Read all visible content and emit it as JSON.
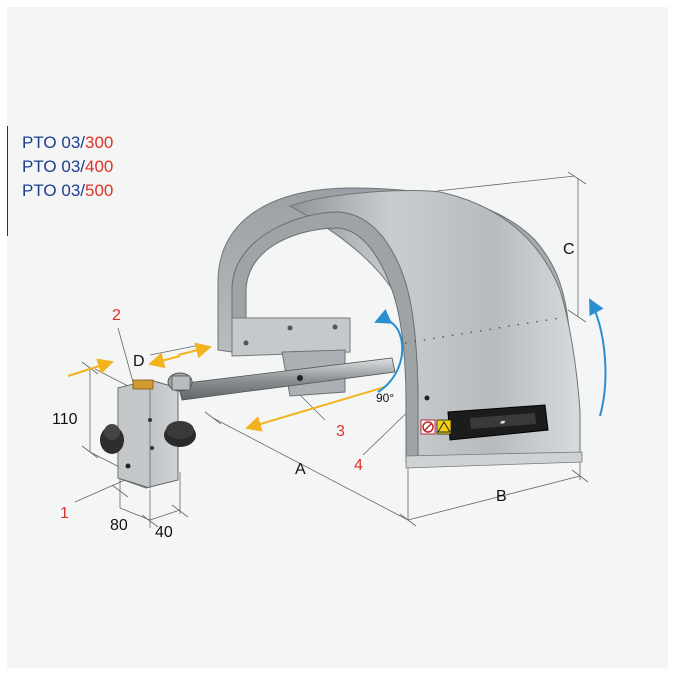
{
  "models": [
    {
      "prefix": "PTO 03/",
      "size": "300"
    },
    {
      "prefix": "PTO 03/",
      "size": "400"
    },
    {
      "prefix": "PTO 03/",
      "size": "500"
    }
  ],
  "dimension_labels": {
    "A": "A",
    "B": "B",
    "C": "C",
    "D": "D",
    "height": "110",
    "width": "80",
    "depth": "40",
    "rotation": "90°"
  },
  "callouts": {
    "one": "1",
    "two": "2",
    "three": "3",
    "four": "4"
  },
  "colors": {
    "model_prefix": "#1d3f8e",
    "model_size": "#e03027",
    "callout": "#e03027",
    "arrow_yellow": "#f2b31c",
    "arrow_blue": "#2a8fd0",
    "guard_metal": "#b9bdc0"
  }
}
